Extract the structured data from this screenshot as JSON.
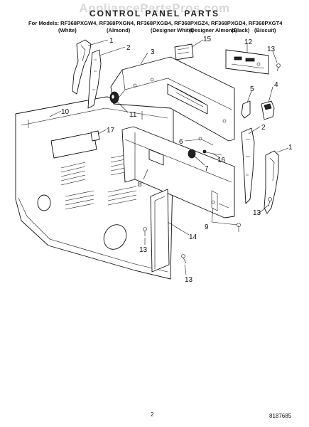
{
  "watermark": "AppliancePartsPros.com",
  "title": "CONTROL PANEL PARTS",
  "models_line": "For Models: RF368PXGW4, RF368PXGN4, RF368PXGB4, RF368PXGZ4, RF368PXGD4, RF368PXGT4",
  "variants": [
    "(White)",
    "(Almond)",
    "(Designer White)",
    "(Designer Almond)",
    "(Black)",
    "(Biscuit)"
  ],
  "callouts": [
    "1",
    "2",
    "3",
    "15",
    "12",
    "13",
    "5",
    "4",
    "11",
    "10",
    "17",
    "6",
    "2",
    "7",
    "16",
    "1",
    "8",
    "14",
    "9",
    "13",
    "13",
    "13"
  ],
  "page_number": "2",
  "document_number": "8187685"
}
